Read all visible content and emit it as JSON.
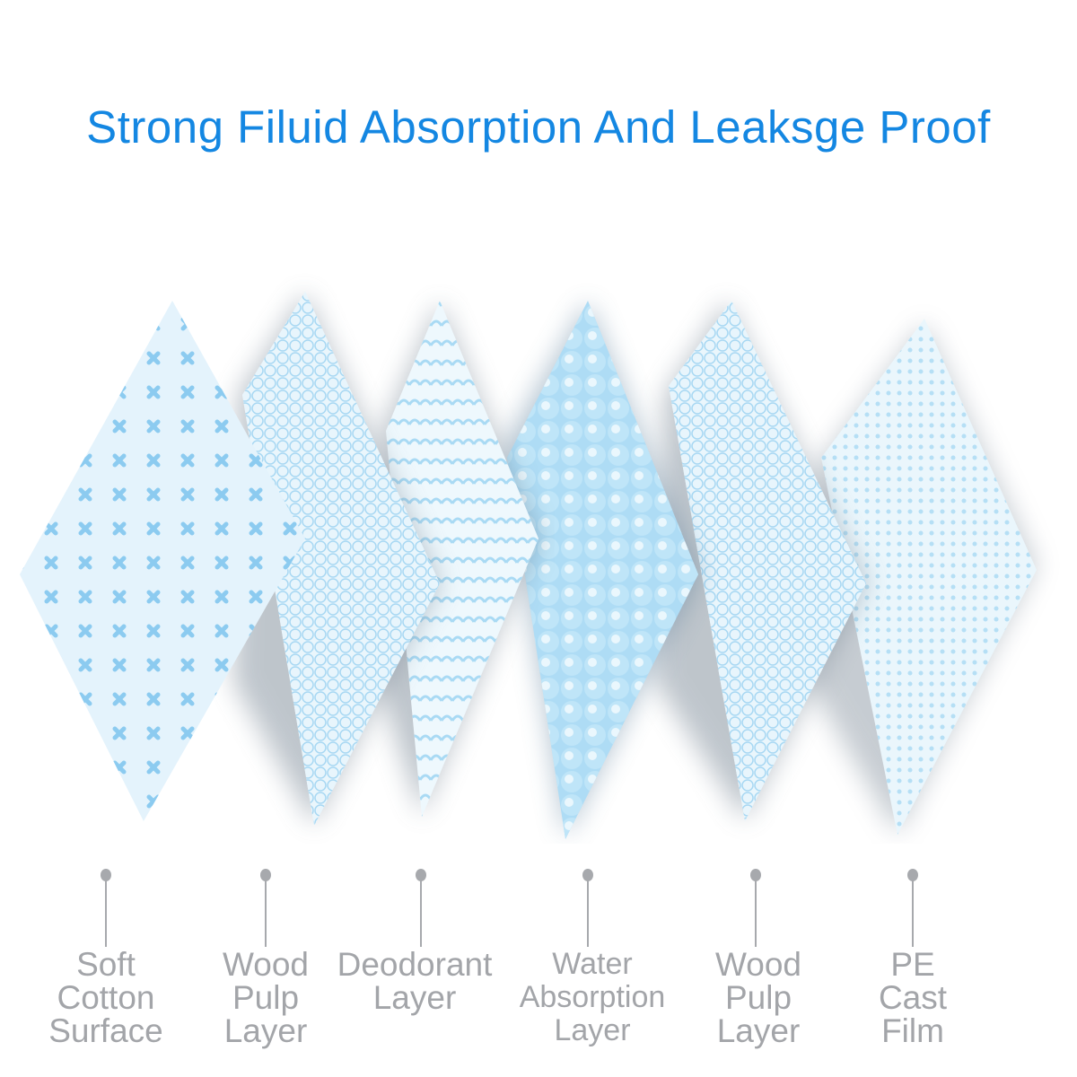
{
  "title": "Strong Filuid Absorption And Leaksge Proof",
  "colors": {
    "title": "#1487e2",
    "label": "#a3a5a9",
    "layer_blue": "#9fd3f2"
  },
  "layers": [
    {
      "line1": "Soft",
      "line2": "Cotton",
      "line3": "Surface"
    },
    {
      "line1": "Wood",
      "line2": "Pulp",
      "line3": "Layer"
    },
    {
      "line1": "Deodorant",
      "line2": "Layer",
      "line3": ""
    },
    {
      "line1": "Water",
      "line2": "Absorption",
      "line3": "Layer"
    },
    {
      "line1": "Wood",
      "line2": "Pulp",
      "line3": "Layer"
    },
    {
      "line1": "PE",
      "line2": "Cast",
      "line3": "Film"
    }
  ]
}
